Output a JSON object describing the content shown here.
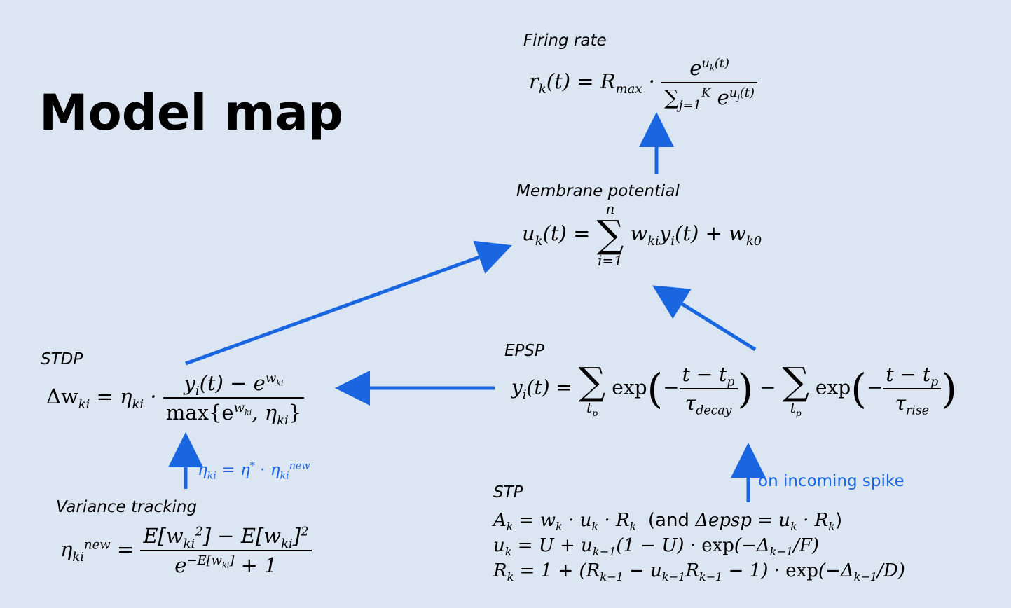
{
  "title": "Model map",
  "labels": {
    "firing_rate": "Firing rate",
    "membrane_potential": "Membrane potential",
    "stdp": "STDP",
    "epsp": "EPSP",
    "stp": "STP",
    "variance_tracking": "Variance tracking"
  },
  "annotations": {
    "on_incoming_spike": "on incoming spike",
    "eta_update": "η_ki = η* · η_ki^new"
  },
  "colors": {
    "background": "#dce6f2",
    "arrow": "#1a66e0",
    "text": "#000000"
  },
  "icons": {
    "arrow": "arrow-icon"
  }
}
